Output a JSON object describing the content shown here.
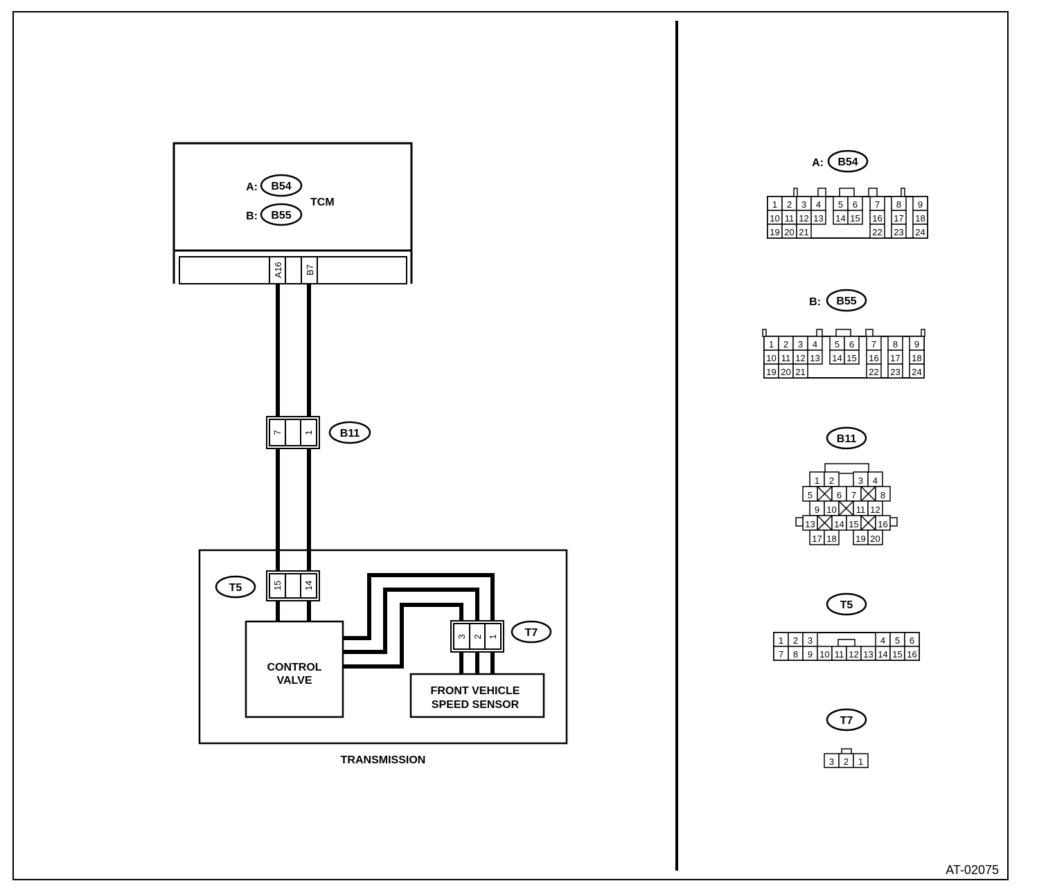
{
  "diagram_id": "AT-02075",
  "tcm": {
    "label": "TCM",
    "connector_a": {
      "prefix": "A:",
      "name": "B54"
    },
    "connector_b": {
      "prefix": "B:",
      "name": "B55"
    },
    "pins": [
      "A16",
      "B7"
    ]
  },
  "b11": {
    "name": "B11",
    "pins": [
      "7",
      "1"
    ]
  },
  "transmission": {
    "label": "TRANSMISSION",
    "t5": {
      "name": "T5",
      "pins": [
        "15",
        "14"
      ]
    },
    "t7": {
      "name": "T7",
      "pins": [
        "3",
        "2",
        "1"
      ]
    },
    "control_valve": {
      "line1": "CONTROL",
      "line2": "VALVE"
    },
    "sensor": {
      "line1": "FRONT VEHICLE",
      "line2": "SPEED SENSOR"
    }
  },
  "right_panel": {
    "b54": {
      "prefix": "A:",
      "name": "B54"
    },
    "b55": {
      "prefix": "B:",
      "name": "B55"
    },
    "b11": {
      "name": "B11"
    },
    "t5": {
      "name": "T5"
    },
    "t7": {
      "name": "T7"
    }
  },
  "b54_face": {
    "rows": [
      [
        "1",
        "2",
        "3",
        "4",
        "",
        "5",
        "6",
        "",
        "7",
        "",
        "8",
        "",
        "9"
      ],
      [
        "10",
        "11",
        "12",
        "13",
        "",
        "14",
        "15",
        "",
        "16",
        "",
        "17",
        "",
        "18"
      ],
      [
        "19",
        "20",
        "21",
        "",
        "",
        "",
        "",
        "",
        "22",
        "",
        "23",
        "",
        "24"
      ]
    ]
  },
  "b11_face": {
    "rows": [
      [
        "1",
        "2",
        "",
        "3",
        "4"
      ],
      [
        "5",
        "X",
        "6",
        "7",
        "X",
        "8"
      ],
      [
        "9",
        "10",
        "X",
        "11",
        "12"
      ],
      [
        "13",
        "X",
        "14",
        "15",
        "X",
        "16"
      ],
      [
        "17",
        "18",
        "",
        "19",
        "20"
      ]
    ]
  },
  "t5_face": {
    "row1": [
      "1",
      "2",
      "3",
      "4",
      "5",
      "6"
    ],
    "row2": [
      "7",
      "8",
      "9",
      "10",
      "11",
      "12",
      "13",
      "14",
      "15",
      "16"
    ]
  },
  "t7_face": {
    "pins": [
      "3",
      "2",
      "1"
    ]
  }
}
